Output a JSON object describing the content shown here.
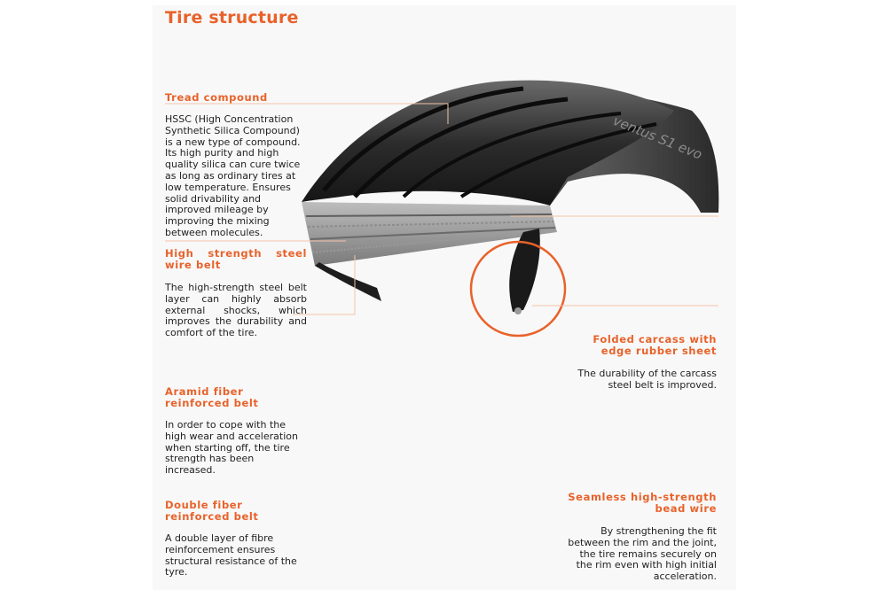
{
  "title": "Tire structure",
  "sections": [
    {
      "heading": "Tread compound",
      "body": "HSSC (High Concentration Synthetic Silica Compound) is a new type of compound. Its high purity and high quality silica can cure twice as long as ordinary tires at low temperature. Ensures solid drivability and improved mileage by improving the mixing between molecules."
    },
    {
      "heading": "High strength steel wire belt",
      "body": "The high-strength steel belt layer can highly absorb external shocks, which improves the durability and comfort of the tire."
    },
    {
      "heading": "Aramid fiber reinforced belt",
      "body": "In order to cope with the high wear and acceleration when starting off, the tire strength has been increased."
    },
    {
      "heading": "Double fiber reinforced belt",
      "body": "A double layer of fibre reinforcement ensures structural resistance of the tyre."
    },
    {
      "heading": "Folded carcass with edge rubber sheet",
      "body": "The durability of the carcass steel belt is improved."
    },
    {
      "heading": "Seamless high-strength bead wire",
      "body": "By strengthening the fit between the rim and the joint, the tire remains securely on the rim even with high initial acceleration."
    }
  ],
  "sidewall_marking": "ventus S1 evo",
  "colors": {
    "accent": "#e8622a",
    "leader": "#f3c3a8",
    "text": "#222222",
    "panel": "#f8f8f8"
  }
}
